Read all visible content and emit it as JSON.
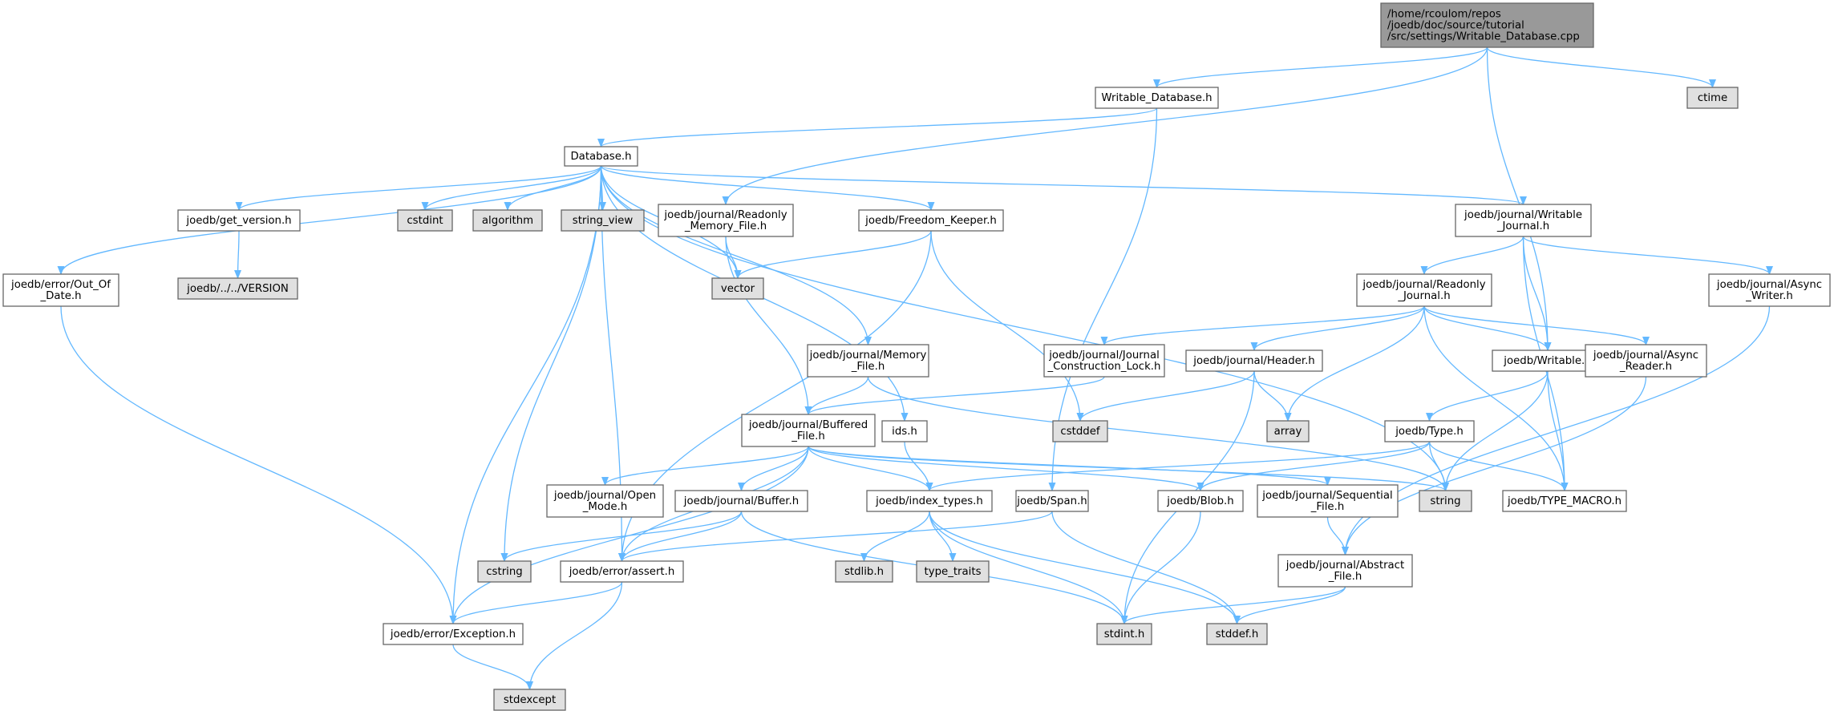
{
  "colors": {
    "edge": "#63b8ff",
    "node_fill": "#ffffff",
    "node_stroke": "#666666",
    "system_fill": "#e0e0e0",
    "system_stroke": "#999999",
    "root_fill": "#999999",
    "root_stroke": "#666666",
    "text": "#000000"
  },
  "nodes": [
    {
      "id": "root",
      "kind": "root",
      "lines": [
        "/home/rcoulom/repos",
        "/joedb/doc/source/tutorial",
        "/src/settings/Writable_Database.cpp"
      ]
    },
    {
      "id": "writable_database",
      "kind": "file",
      "lines": [
        "Writable_Database.h"
      ]
    },
    {
      "id": "ctime",
      "kind": "system",
      "lines": [
        "ctime"
      ]
    },
    {
      "id": "database",
      "kind": "file",
      "lines": [
        "Database.h"
      ]
    },
    {
      "id": "get_version",
      "kind": "file",
      "lines": [
        "joedb/get_version.h"
      ]
    },
    {
      "id": "version",
      "kind": "system",
      "lines": [
        "joedb/../../VERSION"
      ]
    },
    {
      "id": "cstdint",
      "kind": "system",
      "lines": [
        "cstdint"
      ]
    },
    {
      "id": "algorithm",
      "kind": "system",
      "lines": [
        "algorithm"
      ]
    },
    {
      "id": "string_view",
      "kind": "system",
      "lines": [
        "string_view"
      ]
    },
    {
      "id": "readonly_memory_file",
      "kind": "file",
      "lines": [
        "joedb/journal/Readonly",
        "_Memory_File.h"
      ]
    },
    {
      "id": "freedom_keeper",
      "kind": "file",
      "lines": [
        "joedb/Freedom_Keeper.h"
      ]
    },
    {
      "id": "vector",
      "kind": "system",
      "lines": [
        "vector"
      ]
    },
    {
      "id": "out_of_date",
      "kind": "file",
      "lines": [
        "joedb/error/Out_Of",
        "_Date.h"
      ]
    },
    {
      "id": "writable_journal",
      "kind": "file",
      "lines": [
        "joedb/journal/Writable",
        "_Journal.h"
      ]
    },
    {
      "id": "readonly_journal",
      "kind": "file",
      "lines": [
        "joedb/journal/Readonly",
        "_Journal.h"
      ]
    },
    {
      "id": "async_writer",
      "kind": "file",
      "lines": [
        "joedb/journal/Async",
        "_Writer.h"
      ]
    },
    {
      "id": "memory_file",
      "kind": "file",
      "lines": [
        "joedb/journal/Memory",
        "_File.h"
      ]
    },
    {
      "id": "journal_construction_lock",
      "kind": "file",
      "lines": [
        "joedb/journal/Journal",
        "_Construction_Lock.h"
      ]
    },
    {
      "id": "header",
      "kind": "file",
      "lines": [
        "joedb/journal/Header.h"
      ]
    },
    {
      "id": "writable",
      "kind": "file",
      "lines": [
        "joedb/Writable.h"
      ]
    },
    {
      "id": "async_reader",
      "kind": "file",
      "lines": [
        "joedb/journal/Async",
        "_Reader.h"
      ]
    },
    {
      "id": "cstddef",
      "kind": "system",
      "lines": [
        "cstddef"
      ]
    },
    {
      "id": "array",
      "kind": "system",
      "lines": [
        "array"
      ]
    },
    {
      "id": "buffered_file",
      "kind": "file",
      "lines": [
        "joedb/journal/Buffered",
        "_File.h"
      ]
    },
    {
      "id": "ids",
      "kind": "file",
      "lines": [
        "ids.h"
      ]
    },
    {
      "id": "type",
      "kind": "file",
      "lines": [
        "joedb/Type.h"
      ]
    },
    {
      "id": "open_mode",
      "kind": "file",
      "lines": [
        "joedb/journal/Open",
        "_Mode.h"
      ]
    },
    {
      "id": "buffer",
      "kind": "file",
      "lines": [
        "joedb/journal/Buffer.h"
      ]
    },
    {
      "id": "index_types",
      "kind": "file",
      "lines": [
        "joedb/index_types.h"
      ]
    },
    {
      "id": "span",
      "kind": "file",
      "lines": [
        "joedb/Span.h"
      ]
    },
    {
      "id": "blob",
      "kind": "file",
      "lines": [
        "joedb/Blob.h"
      ]
    },
    {
      "id": "sequential_file",
      "kind": "file",
      "lines": [
        "joedb/journal/Sequential",
        "_File.h"
      ]
    },
    {
      "id": "string",
      "kind": "system",
      "lines": [
        "string"
      ]
    },
    {
      "id": "type_macro",
      "kind": "file",
      "lines": [
        "joedb/TYPE_MACRO.h"
      ]
    },
    {
      "id": "cstring",
      "kind": "system",
      "lines": [
        "cstring"
      ]
    },
    {
      "id": "assert",
      "kind": "file",
      "lines": [
        "joedb/error/assert.h"
      ]
    },
    {
      "id": "stdlib",
      "kind": "system",
      "lines": [
        "stdlib.h"
      ]
    },
    {
      "id": "type_traits",
      "kind": "system",
      "lines": [
        "type_traits"
      ]
    },
    {
      "id": "abstract_file",
      "kind": "file",
      "lines": [
        "joedb/journal/Abstract",
        "_File.h"
      ]
    },
    {
      "id": "exception",
      "kind": "file",
      "lines": [
        "joedb/error/Exception.h"
      ]
    },
    {
      "id": "stdint",
      "kind": "system",
      "lines": [
        "stdint.h"
      ]
    },
    {
      "id": "stddef",
      "kind": "system",
      "lines": [
        "stddef.h"
      ]
    },
    {
      "id": "stdexcept",
      "kind": "system",
      "lines": [
        "stdexcept"
      ]
    }
  ],
  "edges": [
    [
      "root",
      "writable_database"
    ],
    [
      "root",
      "readonly_memory_file"
    ],
    [
      "root",
      "writable"
    ],
    [
      "root",
      "ctime"
    ],
    [
      "writable_database",
      "database"
    ],
    [
      "writable_database",
      "span"
    ],
    [
      "database",
      "out_of_date"
    ],
    [
      "database",
      "get_version"
    ],
    [
      "database",
      "cstdint"
    ],
    [
      "database",
      "algorithm"
    ],
    [
      "database",
      "string_view"
    ],
    [
      "database",
      "freedom_keeper"
    ],
    [
      "database",
      "vector"
    ],
    [
      "database",
      "writable_journal"
    ],
    [
      "database",
      "memory_file"
    ],
    [
      "database",
      "ids"
    ],
    [
      "database",
      "string"
    ],
    [
      "database",
      "cstring"
    ],
    [
      "database",
      "assert"
    ],
    [
      "database",
      "exception"
    ],
    [
      "get_version",
      "version"
    ],
    [
      "readonly_memory_file",
      "vector"
    ],
    [
      "readonly_memory_file",
      "buffered_file"
    ],
    [
      "freedom_keeper",
      "vector"
    ],
    [
      "freedom_keeper",
      "cstddef"
    ],
    [
      "freedom_keeper",
      "assert"
    ],
    [
      "out_of_date",
      "exception"
    ],
    [
      "writable_journal",
      "readonly_journal"
    ],
    [
      "writable_journal",
      "writable"
    ],
    [
      "writable_journal",
      "async_writer"
    ],
    [
      "writable_journal",
      "type_macro"
    ],
    [
      "readonly_journal",
      "journal_construction_lock"
    ],
    [
      "readonly_journal",
      "header"
    ],
    [
      "readonly_journal",
      "writable"
    ],
    [
      "readonly_journal",
      "async_reader"
    ],
    [
      "readonly_journal",
      "array"
    ],
    [
      "readonly_journal",
      "type_macro"
    ],
    [
      "async_writer",
      "abstract_file"
    ],
    [
      "memory_file",
      "buffered_file"
    ],
    [
      "memory_file",
      "string"
    ],
    [
      "journal_construction_lock",
      "buffered_file"
    ],
    [
      "header",
      "cstddef"
    ],
    [
      "header",
      "array"
    ],
    [
      "header",
      "stdint"
    ],
    [
      "writable",
      "type"
    ],
    [
      "writable",
      "string"
    ],
    [
      "writable",
      "type_macro"
    ],
    [
      "async_reader",
      "abstract_file"
    ],
    [
      "buffered_file",
      "open_mode"
    ],
    [
      "buffered_file",
      "buffer"
    ],
    [
      "buffered_file",
      "index_types"
    ],
    [
      "buffered_file",
      "blob"
    ],
    [
      "buffered_file",
      "sequential_file"
    ],
    [
      "buffered_file",
      "string"
    ],
    [
      "buffered_file",
      "assert"
    ],
    [
      "buffered_file",
      "exception"
    ],
    [
      "ids",
      "index_types"
    ],
    [
      "type",
      "index_types"
    ],
    [
      "type",
      "blob"
    ],
    [
      "type",
      "string"
    ],
    [
      "type",
      "type_macro"
    ],
    [
      "buffer",
      "cstring"
    ],
    [
      "buffer",
      "assert"
    ],
    [
      "buffer",
      "stdint"
    ],
    [
      "index_types",
      "stdlib"
    ],
    [
      "index_types",
      "type_traits"
    ],
    [
      "index_types",
      "stdint"
    ],
    [
      "index_types",
      "stddef"
    ],
    [
      "span",
      "assert"
    ],
    [
      "span",
      "stddef"
    ],
    [
      "blob",
      "stdint"
    ],
    [
      "sequential_file",
      "abstract_file"
    ],
    [
      "abstract_file",
      "stdint"
    ],
    [
      "abstract_file",
      "stddef"
    ],
    [
      "assert",
      "exception"
    ],
    [
      "assert",
      "stdexcept"
    ],
    [
      "exception",
      "stdexcept"
    ]
  ]
}
